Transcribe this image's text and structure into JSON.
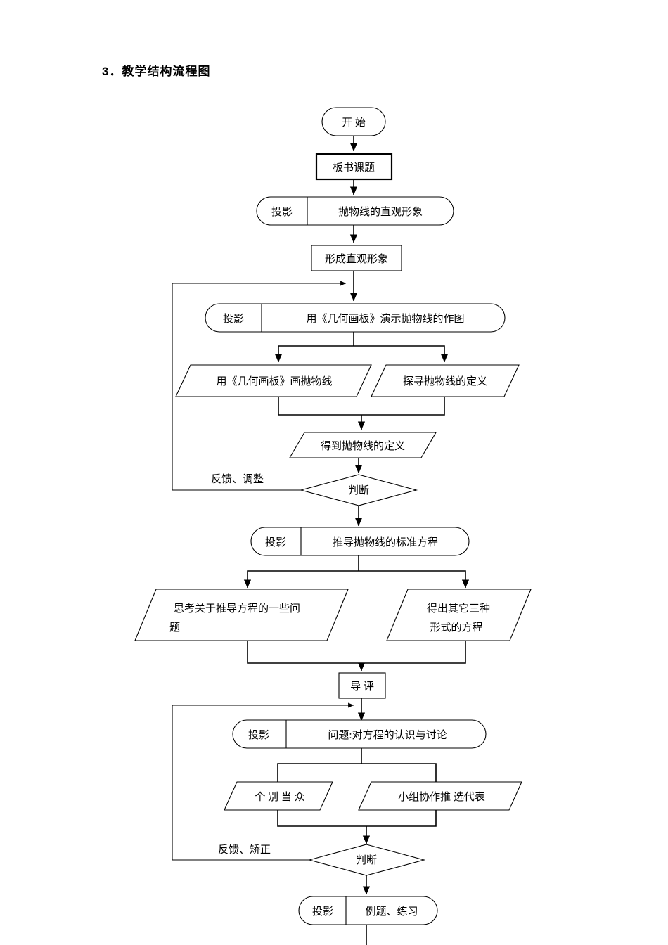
{
  "heading": "3．教学结构流程图",
  "labels": {
    "projector": "投影"
  },
  "nodes": {
    "start": "开 始",
    "write_topic": "板书课题",
    "proj_intuitive": "抛物线的直观形象",
    "form_intuitive": "形成直观形象",
    "proj_demo": "用《几何画板》演示抛物线的作图",
    "draw_parabola": "用《几何画板》画抛物线",
    "explore_def": "探寻抛物线的定义",
    "get_def": "得到抛物线的定义",
    "judge_1": "判断",
    "feedback_1": "反馈、调整",
    "proj_derive": "推导抛物线的标准方程",
    "think_questions_line1": "思考关于推导方程的一些问",
    "think_questions_line2": "题",
    "other_forms_line1": "得出其它三种",
    "other_forms_line2": "形式的方程",
    "guide_review": "导 评",
    "proj_discuss": "问题:对方程的认识与讨论",
    "individual": "个 别 当 众",
    "group_rep": "小组协作推 选代表",
    "judge_2": "判断",
    "feedback_2": "反馈、矫正",
    "proj_exercise": "例题、练习"
  },
  "colors": {
    "ink": "#000000",
    "paper": "#ffffff"
  }
}
